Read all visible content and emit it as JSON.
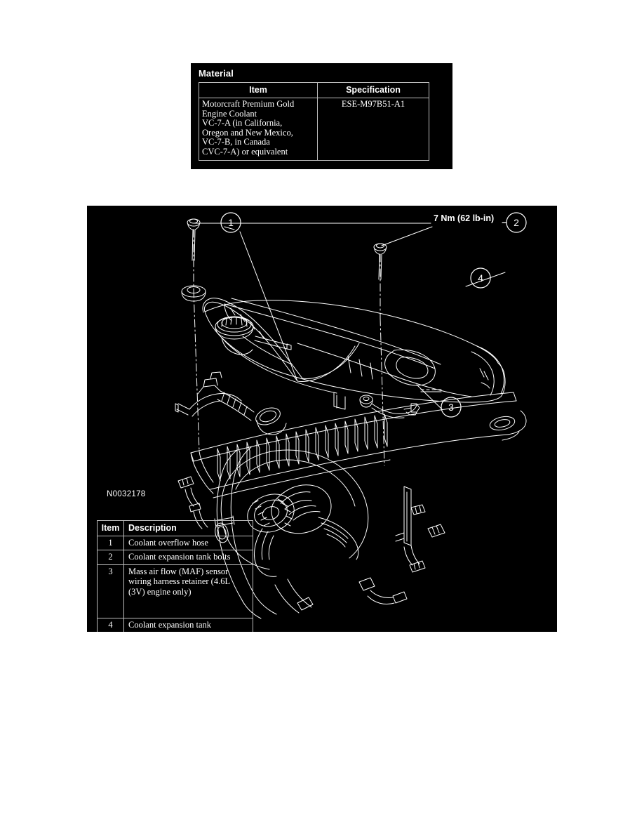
{
  "material_section": {
    "heading": "Material",
    "columns": [
      "Item",
      "Specification"
    ],
    "rows": [
      {
        "item_lines": [
          "Motorcraft Premium Gold",
          "Engine Coolant",
          "VC-7-A (in California,",
          "Oregon and New Mexico,",
          "VC-7-B, in Canada",
          "CVC-7-A) or equivalent"
        ],
        "specification": "ESE-M97B51-A1"
      }
    ]
  },
  "illustration": {
    "drawing_reference": "N0032178",
    "torque_label": "7 Nm (62 lb-in)",
    "callouts": [
      {
        "number": "1",
        "target": "Coolant overflow hose"
      },
      {
        "number": "2",
        "target": "Coolant expansion tank bolts"
      },
      {
        "number": "3",
        "target": "Mass air flow (MAF) sensor wiring harness retainer"
      },
      {
        "number": "4",
        "target": "Coolant expansion tank"
      }
    ]
  },
  "parts_table": {
    "columns": [
      "Item",
      "Description"
    ],
    "rows": [
      {
        "item": "1",
        "description_lines": [
          "Coolant overflow hose"
        ]
      },
      {
        "item": "2",
        "description_lines": [
          "Coolant expansion tank bolts"
        ]
      },
      {
        "item": "3",
        "description_lines": [
          "Mass air flow (MAF) sensor",
          "wiring harness retainer (4.6L",
          "(3V) engine only)"
        ]
      },
      {
        "item": "4",
        "description_lines": [
          "Coolant expansion tank"
        ]
      }
    ]
  },
  "colors": {
    "panel_background": "#000000",
    "line_art": "#ffffff",
    "table_border": "#bdbdbd",
    "page_background": "#ffffff"
  }
}
